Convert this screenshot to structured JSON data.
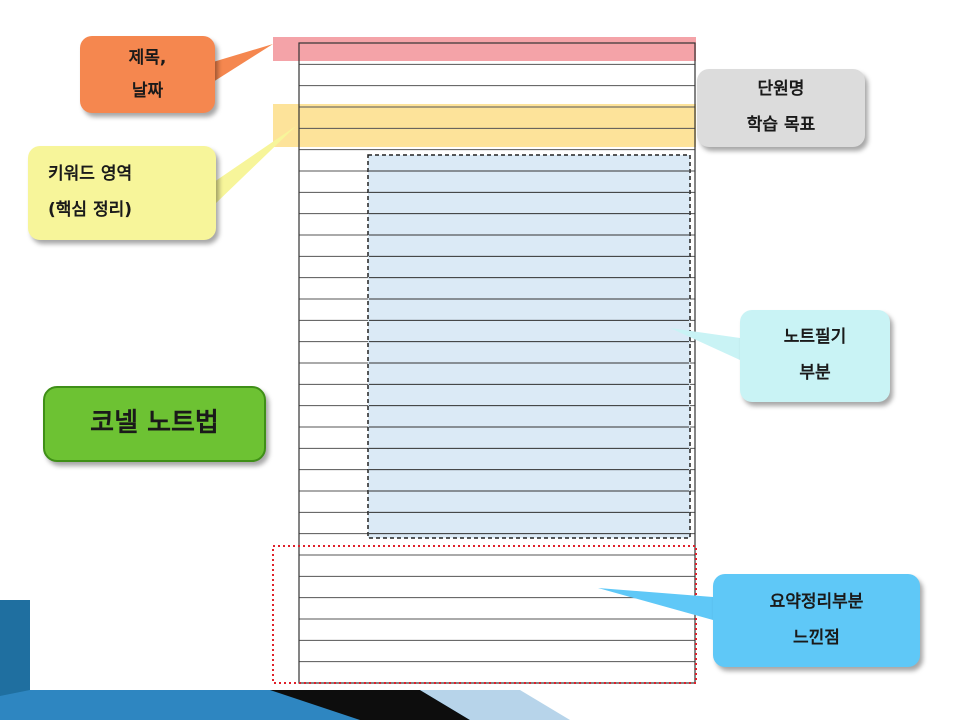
{
  "diagram": {
    "callouts": {
      "title_date": [
        "제목,",
        "날짜"
      ],
      "unit_goal": [
        "단원명",
        "학습 목표"
      ],
      "keyword": [
        "키워드 영역",
        "(핵심 정리)"
      ],
      "note_area": [
        "노트필기",
        "부분"
      ],
      "method": [
        "코넬 노트법"
      ],
      "summary": [
        "요약정리부분",
        "느낀점"
      ]
    },
    "colors": {
      "title_date": "#f5874f",
      "unit_goal": "#dcdcdc",
      "keyword": "#f7f59a",
      "note_area": "#c9f3f5",
      "method": "#6dc233",
      "summary": "#5fc8f7",
      "title_band": "#f4a3a8",
      "keyword_band": "#fde39a",
      "note_region": "#d5e6f5",
      "summary_border": "#e0202a"
    }
  }
}
